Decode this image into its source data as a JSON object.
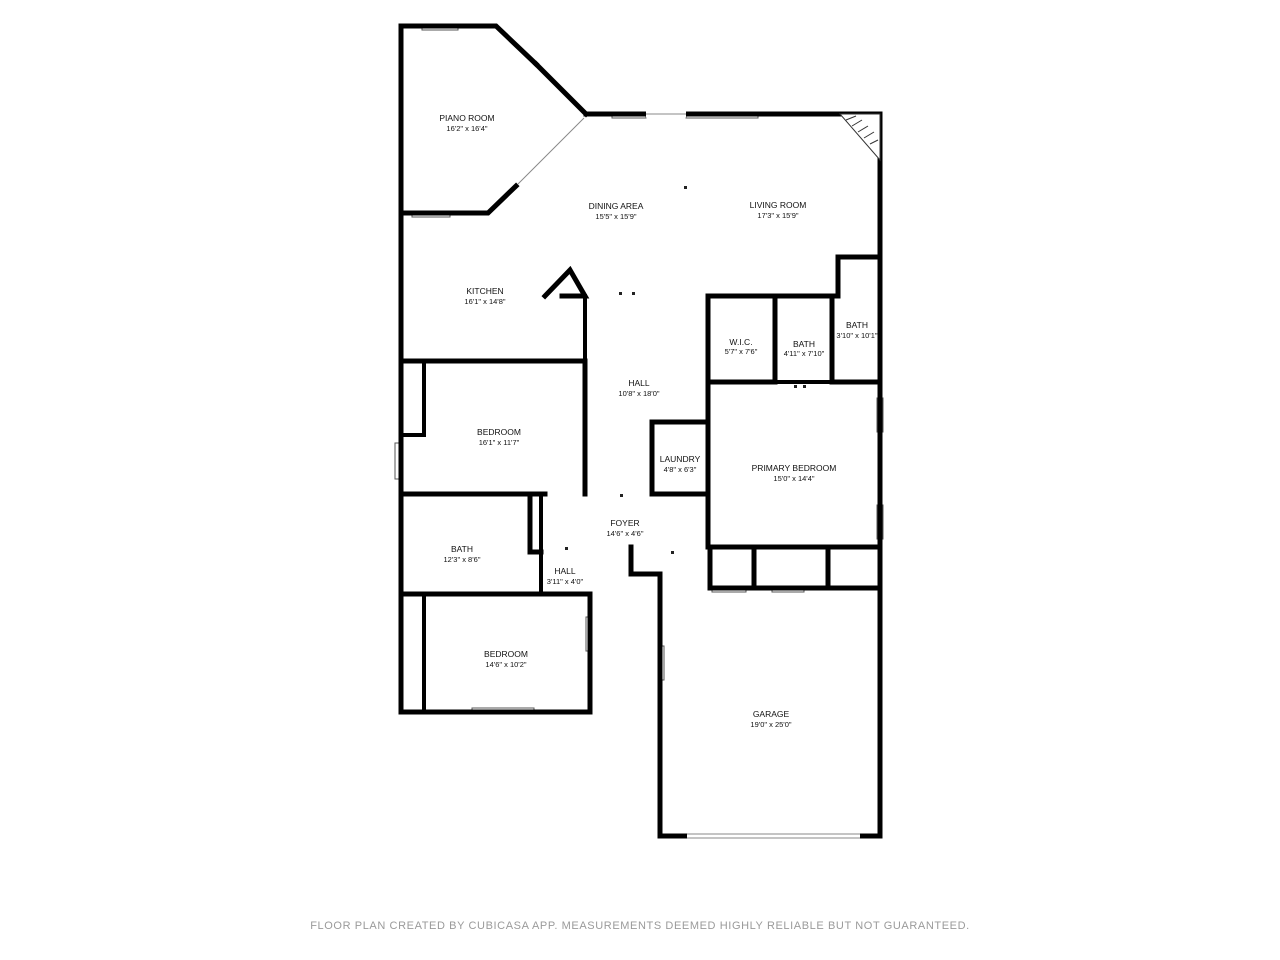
{
  "rooms": {
    "piano_room": {
      "name": "PIANO ROOM",
      "dims": "16'2\" x 16'4\""
    },
    "dining_area": {
      "name": "DINING AREA",
      "dims": "15'5\" x 15'9\""
    },
    "living_room": {
      "name": "LIVING ROOM",
      "dims": "17'3\" x 15'9\""
    },
    "kitchen": {
      "name": "KITCHEN",
      "dims": "16'1\" x 14'8\""
    },
    "wic": {
      "name": "W.I.C.",
      "dims": "5'7\" x 7'6\""
    },
    "bath_primary": {
      "name": "BATH",
      "dims": "4'11\" x 7'10\""
    },
    "bath_small": {
      "name": "BATH",
      "dims": "3'10\" x 10'1\""
    },
    "hall_main": {
      "name": "HALL",
      "dims": "10'8\" x 18'0\""
    },
    "bedroom_1": {
      "name": "BEDROOM",
      "dims": "16'1\" x 11'7\""
    },
    "laundry": {
      "name": "LAUNDRY",
      "dims": "4'8\" x 6'3\""
    },
    "primary_bedroom": {
      "name": "PRIMARY BEDROOM",
      "dims": "15'0\" x 14'4\""
    },
    "foyer": {
      "name": "FOYER",
      "dims": "14'6\" x 4'6\""
    },
    "bath_hall": {
      "name": "BATH",
      "dims": "12'3\" x 8'6\""
    },
    "hall_small": {
      "name": "HALL",
      "dims": "3'11\" x 4'0\""
    },
    "bedroom_2": {
      "name": "BEDROOM",
      "dims": "14'6\" x 10'2\""
    },
    "garage": {
      "name": "GARAGE",
      "dims": "19'0\" x 25'0\""
    }
  },
  "footer": "FLOOR PLAN CREATED BY CUBICASA APP. MEASUREMENTS DEEMED HIGHLY RELIABLE BUT NOT GUARANTEED."
}
